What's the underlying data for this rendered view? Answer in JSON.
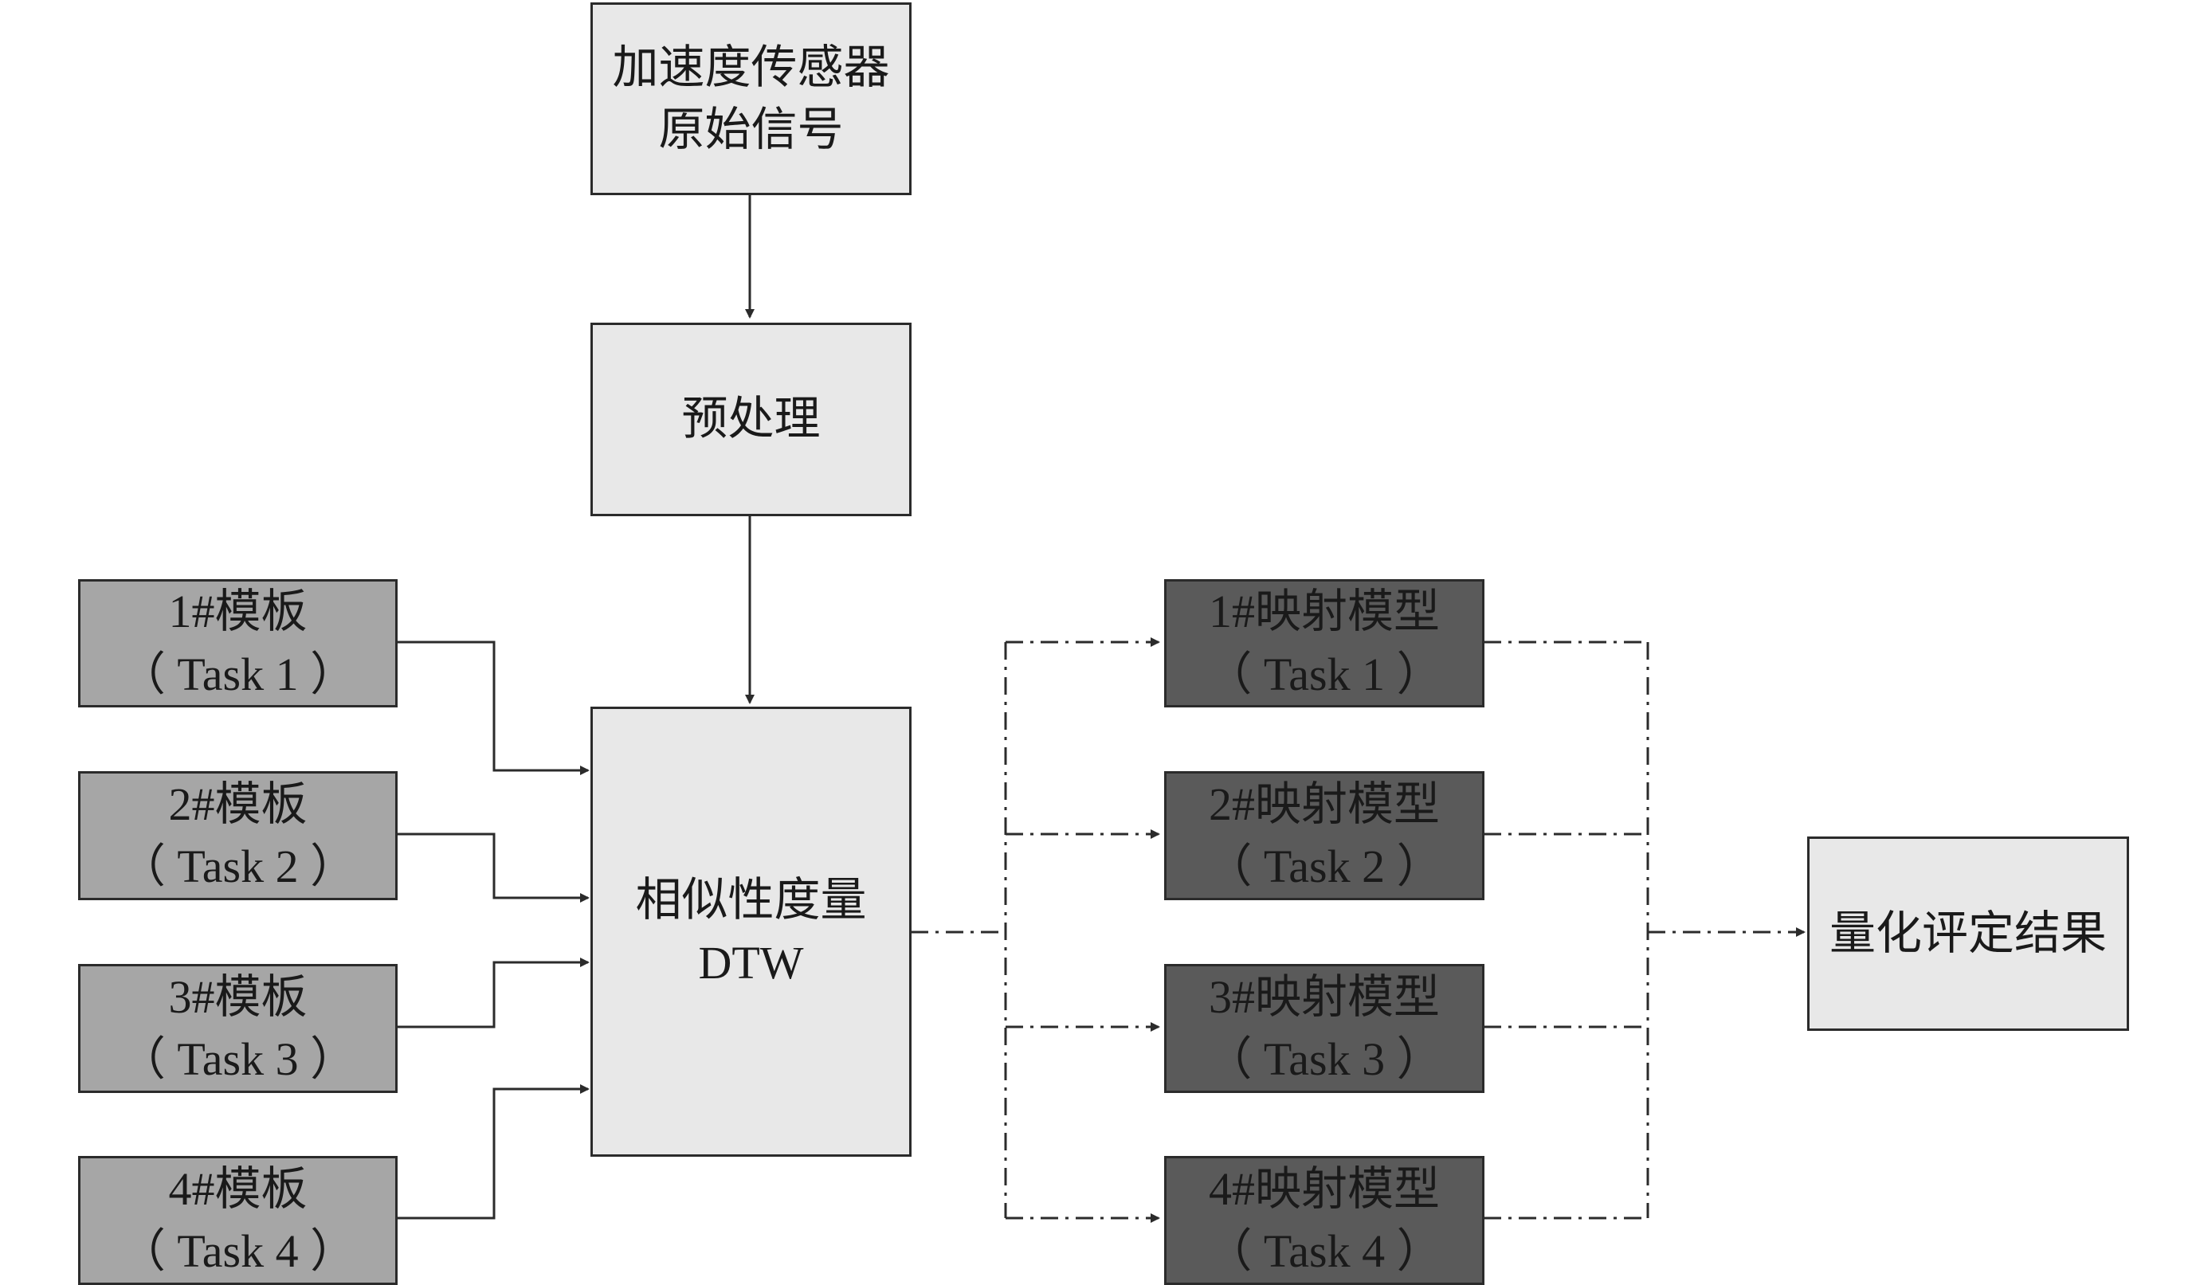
{
  "source": {
    "line1": "加速度传感器",
    "line2": "原始信号"
  },
  "preprocess": {
    "label": "预处理"
  },
  "similarity": {
    "line1": "相似性度量",
    "line2": "DTW"
  },
  "templates": [
    {
      "line1": "1#模板",
      "line2": "（ Task 1 ）"
    },
    {
      "line1": "2#模板",
      "line2": "（ Task 2 ）"
    },
    {
      "line1": "3#模板",
      "line2": "（ Task 3 ）"
    },
    {
      "line1": "4#模板",
      "line2": "（ Task 4 ）"
    }
  ],
  "mappings": [
    {
      "line1": "1#映射模型",
      "line2": "（ Task 1 ）"
    },
    {
      "line1": "2#映射模型",
      "line2": "（ Task 2 ）"
    },
    {
      "line1": "3#映射模型",
      "line2": "（ Task 3 ）"
    },
    {
      "line1": "4#映射模型",
      "line2": "（ Task 4 ）"
    }
  ],
  "result": {
    "label": "量化评定结果"
  },
  "colors": {
    "light_fill": "#e8e8e8",
    "template_fill": "#a6a6a6",
    "mapping_fill": "#5a5a5a",
    "stroke": "#2b2b2b"
  }
}
